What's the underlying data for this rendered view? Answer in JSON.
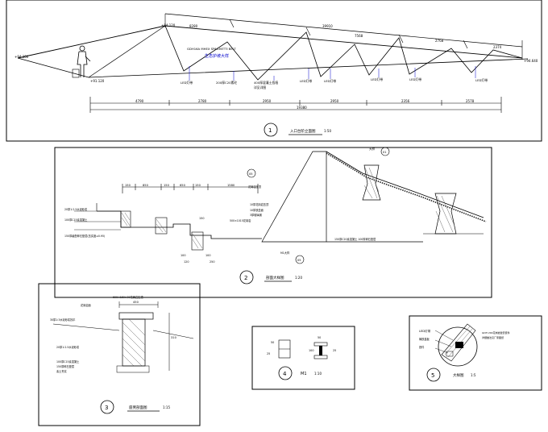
{
  "sheet": {
    "title": "Landscape construction drawing sheet",
    "accent_colors": {
      "ink": "#000000",
      "dimension": "#000000",
      "leader": "#0000cc",
      "hatch": "#333333"
    }
  },
  "panel1": {
    "dims_top": [
      "8280",
      "39910",
      "7568",
      "2768",
      "2374"
    ],
    "dims_bottom": [
      "4790",
      "2780",
      "2950",
      "2950",
      "2356",
      "2578"
    ],
    "dim_total": "19380",
    "left_elev": "+94.300",
    "left_elev2": "+91.120",
    "right_elev": "+94.640",
    "top_elev": "+84.120",
    "notes": [
      "GDH16A MHEX SPAGHETTI BELT",
      "生态护坡大样"
    ],
    "leds": [
      "LED灯带",
      "200厚C20素砼",
      "400厚混凝土挡墙",
      "LED灯带",
      "LED灯带",
      "LED灯带",
      "LED灯带",
      "LED灯带"
    ],
    "leds_sub": [
      "",
      "",
      "详见详图",
      "",
      "",
      "",
      "",
      ""
    ],
    "label_num": "1",
    "label_text": "入口台阶立面图",
    "label_scale": "1:50"
  },
  "panel2": {
    "dims": [
      "150",
      "850",
      "150",
      "650",
      "150",
      "1580"
    ],
    "callout_top": "大样",
    "callout_top_num": "01",
    "callout_mid": "05",
    "callout_bot": "05",
    "notes_left": [
      "20厚1:2.5水泥砂浆",
      "100厚C15素混凝土",
      "150厚级配碎石垫层(压实度≥0.95)"
    ],
    "notes_mid": [
      "10厚花岗岩压顶",
      "10厚铁盒面",
      "3厚玻璃钢",
      "500×1015花岗岩"
    ],
    "note_mid2": "花岗岩压顶",
    "note_bottom": "M1大样",
    "note_bottom2": "150厚C20素混凝土 100厚碎石垫层",
    "dims_small": [
      "150",
      "100",
      "120",
      "100",
      "250"
    ],
    "label_num": "2",
    "label_text": "剖面大样图",
    "label_scale": "1:20"
  },
  "panel3": {
    "dims_top": [
      "450",
      "310"
    ],
    "notes": [
      "600×150×30花岗岩压顶",
      "花岗岩面",
      "30厚1:3水泥砂浆找平",
      "20厚1:2.5水泥砂浆",
      "100厚C15素混凝土",
      "150厚碎石垫层",
      "素土夯实"
    ],
    "label_num": "3",
    "label_text": "座凳剖面图",
    "label_scale": "1:15"
  },
  "panel4": {
    "label_num": "4",
    "label_text": "M1",
    "label_scale": "1:10",
    "dims": [
      "25",
      "50",
      "100",
      "50",
      "25"
    ]
  },
  "panel5": {
    "notes": [
      "LED灯带",
      "铸铁盖板",
      "铁件",
      "GDH 200花岗岩缝安装件",
      "详细做法见厂家图纸"
    ],
    "label_num": "5",
    "label_text": "大样图",
    "label_scale": "1:5"
  }
}
